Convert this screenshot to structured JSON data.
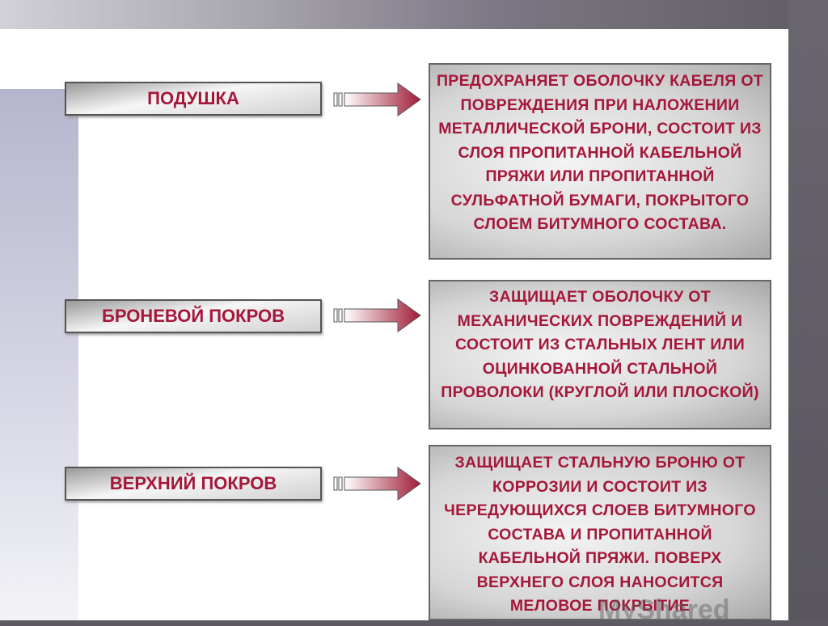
{
  "rows": [
    {
      "label": "ПОДУШКА",
      "description": "ПРЕДОХРАНЯЕТ ОБОЛОЧКУ КАБЕЛЯ ОТ ПОВРЕЖДЕНИЯ ПРИ НАЛОЖЕНИИ МЕТАЛЛИЧЕСКОЙ БРОНИ, СОСТОИТ ИЗ СЛОЯ ПРОПИТАННОЙ КАБЕЛЬНОЙ ПРЯЖИ ИЛИ ПРОПИТАННОЙ СУЛЬФАТНОЙ БУМАГИ, ПОКРЫТОГО СЛОЕМ БИТУМНОГО СОСТАВА."
    },
    {
      "label": "БРОНЕВОЙ ПОКРОВ",
      "description": "ЗАЩИЩАЕТ ОБОЛОЧКУ ОТ МЕХАНИЧЕСКИХ ПОВРЕЖДЕНИЙ И СОСТОИТ ИЗ СТАЛЬНЫХ ЛЕНТ ИЛИ ОЦИНКОВАННОЙ СТАЛЬНОЙ ПРОВОЛОКИ (КРУГЛОЙ ИЛИ ПЛОСКОЙ)"
    },
    {
      "label": "ВЕРХНИЙ ПОКРОВ",
      "description": "ЗАЩИЩАЕТ СТАЛЬНУЮ БРОНЮ ОТ КОРРОЗИИ И СОСТОИТ ИЗ ЧЕРЕДУЮЩИХСЯ СЛОЕВ БИТУМНОГО СОСТАВА И ПРОПИТАННОЙ КАБЕЛЬНОЙ ПРЯЖИ. ПОВЕРХ ВЕРХНЕГО СЛОЯ НАНОСИТСЯ МЕЛОВОЕ ПОКРЫТИЕ"
    }
  ],
  "watermark": "MyShared",
  "colors": {
    "text": "#a5173a",
    "arrow": "#a01c36"
  }
}
